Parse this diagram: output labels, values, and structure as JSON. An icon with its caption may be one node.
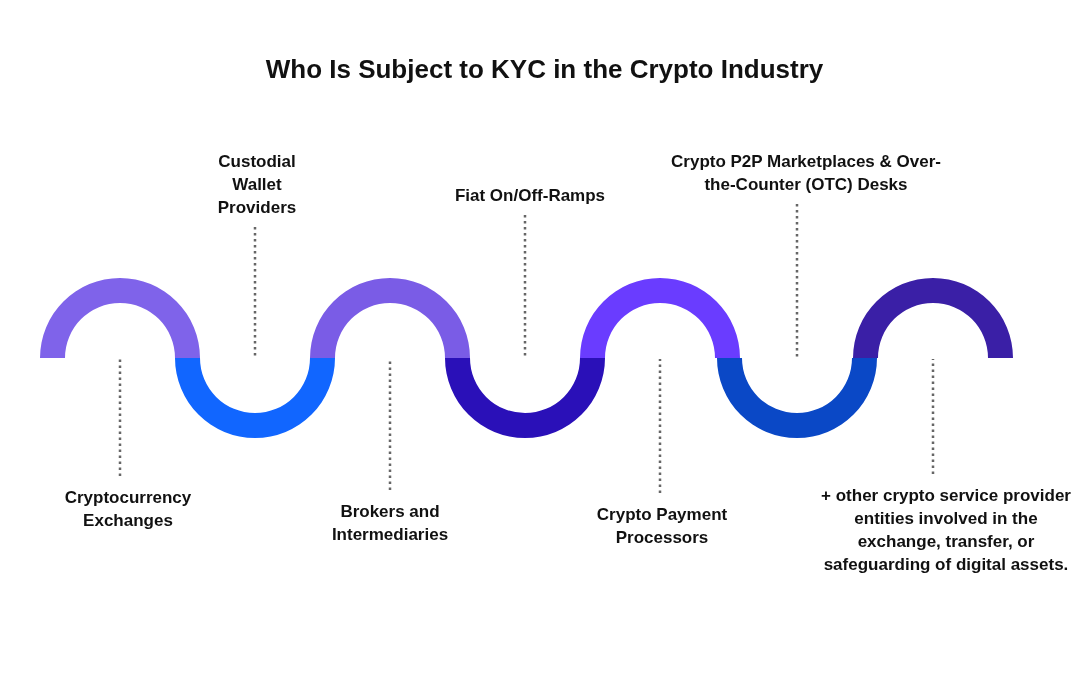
{
  "diagram": {
    "title": "Who Is Subject to KYC in the Crypto Industry",
    "nodes": [
      {
        "text": [],
        "shape": "arc"
      },
      {
        "text": [],
        "shape": "arc"
      },
      {
        "text": [],
        "shape": "arc"
      },
      {
        "text": [],
        "shape": "arc"
      },
      {
        "text": [],
        "shape": "arc"
      },
      {
        "text": [],
        "shape": "arc"
      },
      {
        "text": [],
        "shape": "arc"
      },
      {
        "text": [
          "Custodial Wallet Providers"
        ]
      },
      {
        "text": [
          "Fiat On/Off-Ramps"
        ]
      },
      {
        "text": [
          "Crypto P2P Marketplaces & Over-the-Counter (OTC) Desks"
        ]
      },
      {
        "text": [
          "Cryptocurrency Exchanges"
        ]
      },
      {
        "text": [
          "Brokers and Intermediaries"
        ]
      },
      {
        "text": [
          "Crypto Payment Processors"
        ]
      },
      {
        "text": [
          "+ other crypto service provider entities involved in the exchange, transfer, or safeguarding of digital assets."
        ]
      }
    ],
    "edges": [
      {
        "from": 7,
        "to": 1,
        "arrow": "none"
      },
      {
        "from": 8,
        "to": 3,
        "arrow": "none"
      },
      {
        "from": 9,
        "to": 5,
        "arrow": "none"
      },
      {
        "from": 10,
        "to": 0,
        "arrow": "none"
      },
      {
        "from": 11,
        "to": 2,
        "arrow": "none"
      },
      {
        "from": 12,
        "to": 4,
        "arrow": "none"
      },
      {
        "from": 13,
        "to": 6,
        "arrow": "none"
      }
    ]
  }
}
